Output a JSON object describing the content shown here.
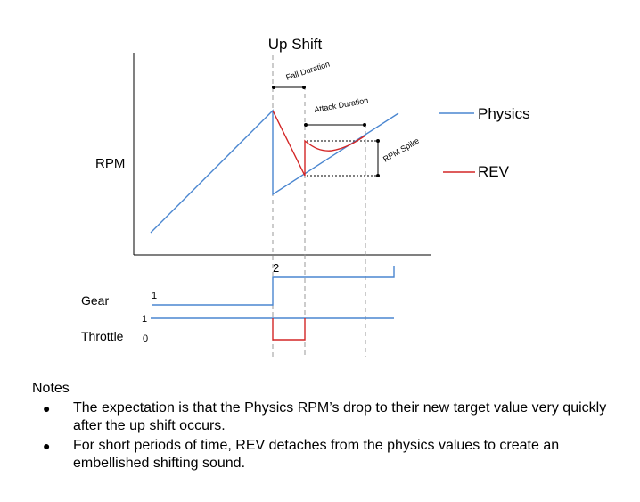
{
  "title": "Up Shift",
  "labels": {
    "rpm": "RPM",
    "gear": "Gear",
    "throttle": "Throttle",
    "fall_duration": "Fall Duration",
    "attack_duration": "Attack Duration",
    "rpm_spike": "RPM Spike",
    "gear_1": "1",
    "gear_2": "2",
    "throttle_1": "1",
    "throttle_0": "0"
  },
  "legend": [
    {
      "name": "Physics",
      "color": "#4a86d0"
    },
    {
      "name": "REV",
      "color": "#d32626"
    }
  ],
  "notes": {
    "title": "Notes",
    "items": [
      "The expectation is that the Physics RPM’s drop to their new target value very quickly after the up shift occurs.",
      "For short periods of time, REV detaches from the physics values to create an embellished shifting sound."
    ]
  }
}
